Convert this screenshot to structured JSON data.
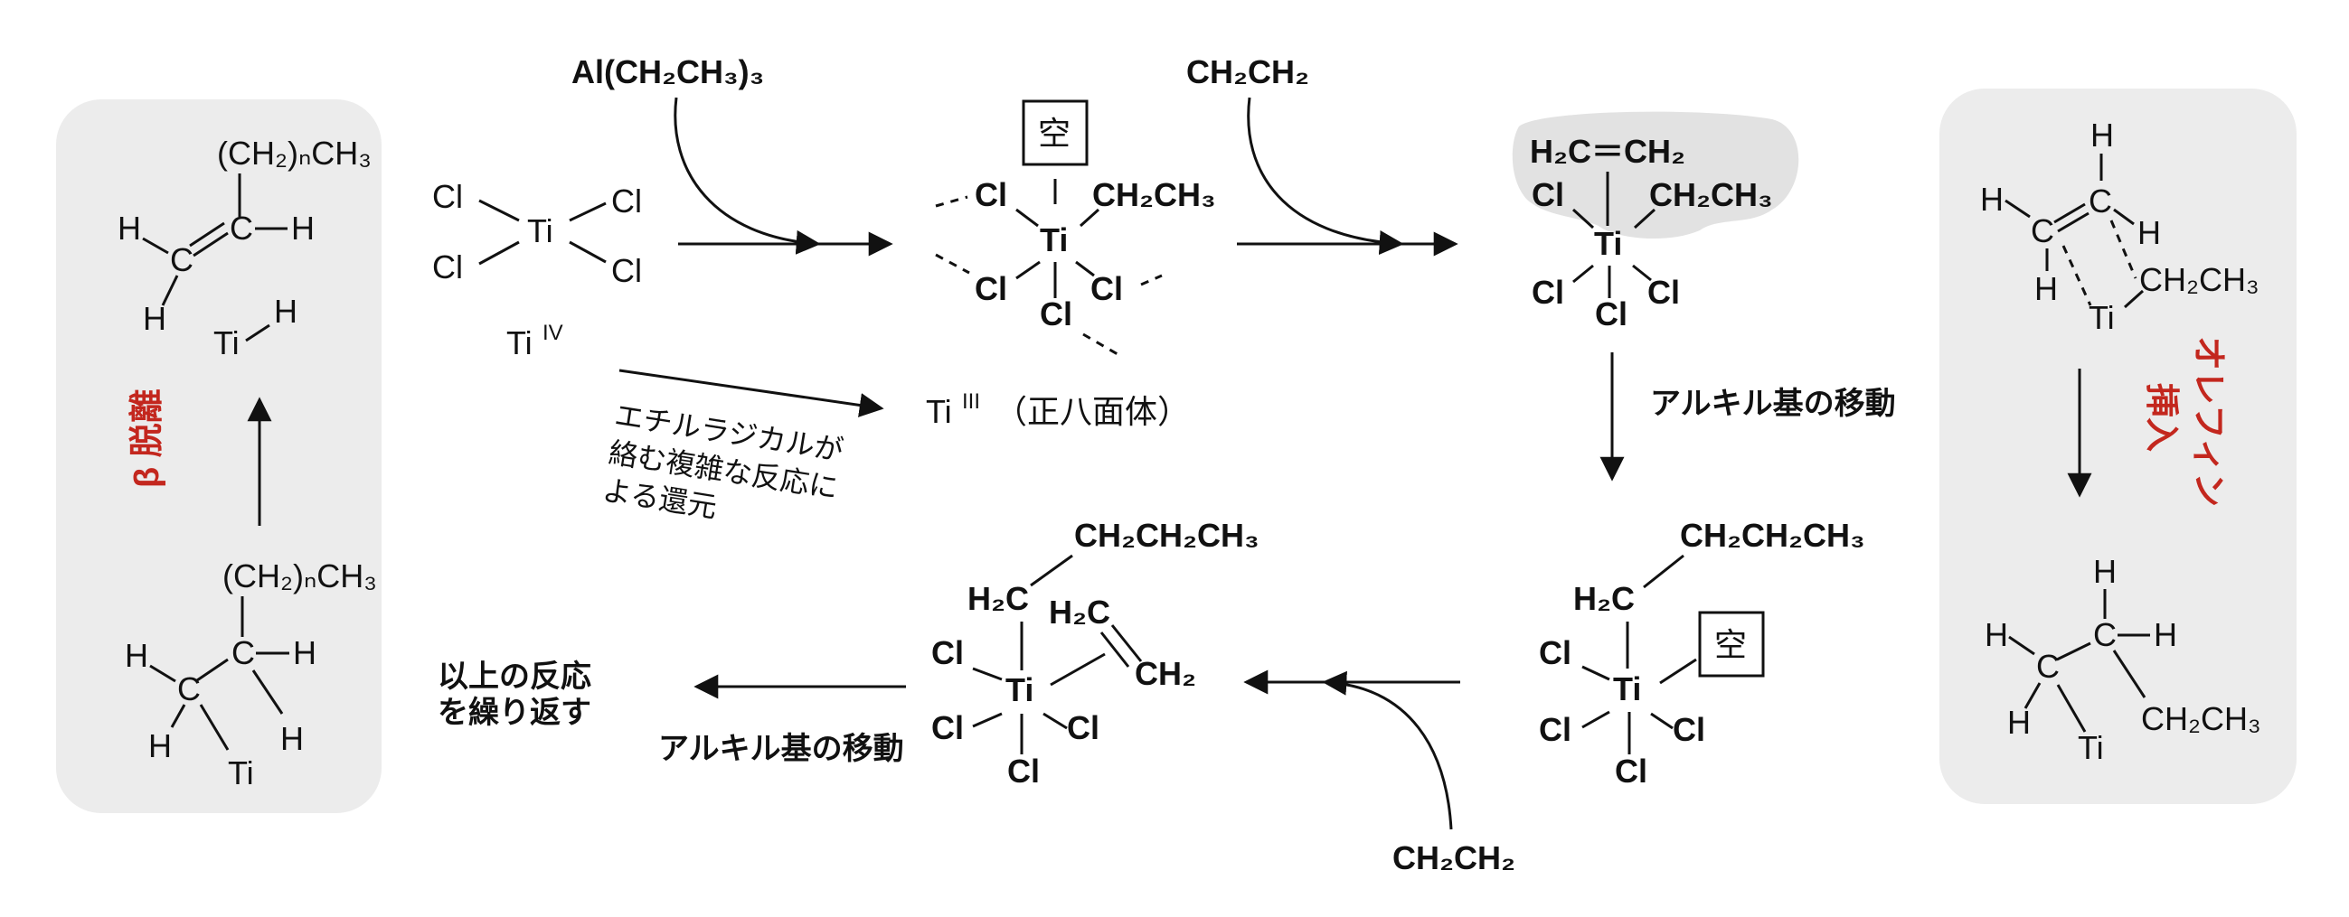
{
  "colors": {
    "panel": "#ececec",
    "red": "#c3271e",
    "ink": "#111111"
  },
  "reagents": {
    "alkyl_al": "Al(CH₂CH₃)₃",
    "ethylene_top": "CH₂CH₂",
    "ethylene_bottom": "CH₂CH₂"
  },
  "labels": {
    "ti4": "Ti",
    "ti4_sup": "IV",
    "ti3": "Ti",
    "ti3_sup": "III",
    "ti3_note": "（正八面体）",
    "vacant": "空",
    "vacant2": "空",
    "reduction_line1": "エチルラジカルが",
    "reduction_line2": "絡む複雑な反応に",
    "reduction_line3": "よる還元",
    "alkyl_migration_right": "アルキル基の移動",
    "alkyl_migration_bottom": "アルキル基の移動",
    "repeat_line1": "以上の反応",
    "repeat_line2": "を繰り返す",
    "beta_elim": "β 脱離",
    "olefin_insert_col1": "オレフィン",
    "olefin_insert_col2": "挿入"
  },
  "atoms": {
    "cl": "Cl",
    "ti": "Ti",
    "h": "H",
    "c": "C",
    "ethyl": "CH₂CH₃",
    "butyl": "CH₂CH₂CH₃",
    "ch2": "H₂C",
    "ch2_right": "CH₂",
    "chain": "(CH₂)ₙCH₃",
    "h2c_eq_ch2": "H₂C＝CH₂"
  }
}
